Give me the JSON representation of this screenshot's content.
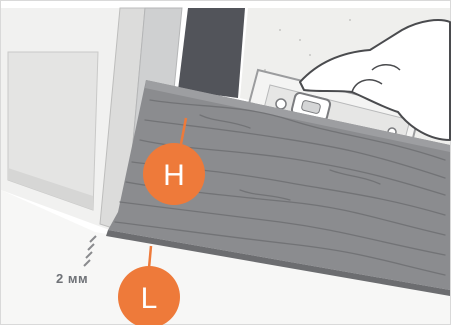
{
  "labels": {
    "upper_marker": "H",
    "lower_marker": "L",
    "gap_measurement": "2 мм"
  },
  "colors": {
    "marker_fill": "#ee7a3a",
    "board": "#8b8c8f",
    "board_dark": "#6c6d70",
    "wall_light": "#f1f1f0",
    "frame": "#cfd0d1",
    "label_text": "#6f7277"
  },
  "icons": [
    "hand-icon",
    "spirit-level-icon"
  ]
}
